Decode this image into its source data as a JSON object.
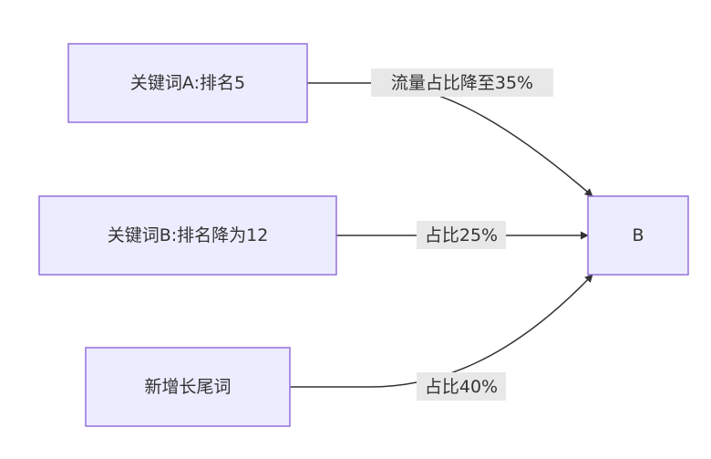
{
  "diagram": {
    "nodes": {
      "kwA": "关键词A:排名5",
      "kwB": "关键词B:排名降为12",
      "longtail": "新增长尾词",
      "target": "B"
    },
    "edges": {
      "a_to_b": "流量占比降至35%",
      "b_to_b": "占比25%",
      "c_to_b": "占比40%"
    },
    "colors": {
      "node_fill": "#ECECFF",
      "node_stroke": "#9370DB",
      "edge": "#333333",
      "label_bg": "#e8e8e8"
    }
  }
}
